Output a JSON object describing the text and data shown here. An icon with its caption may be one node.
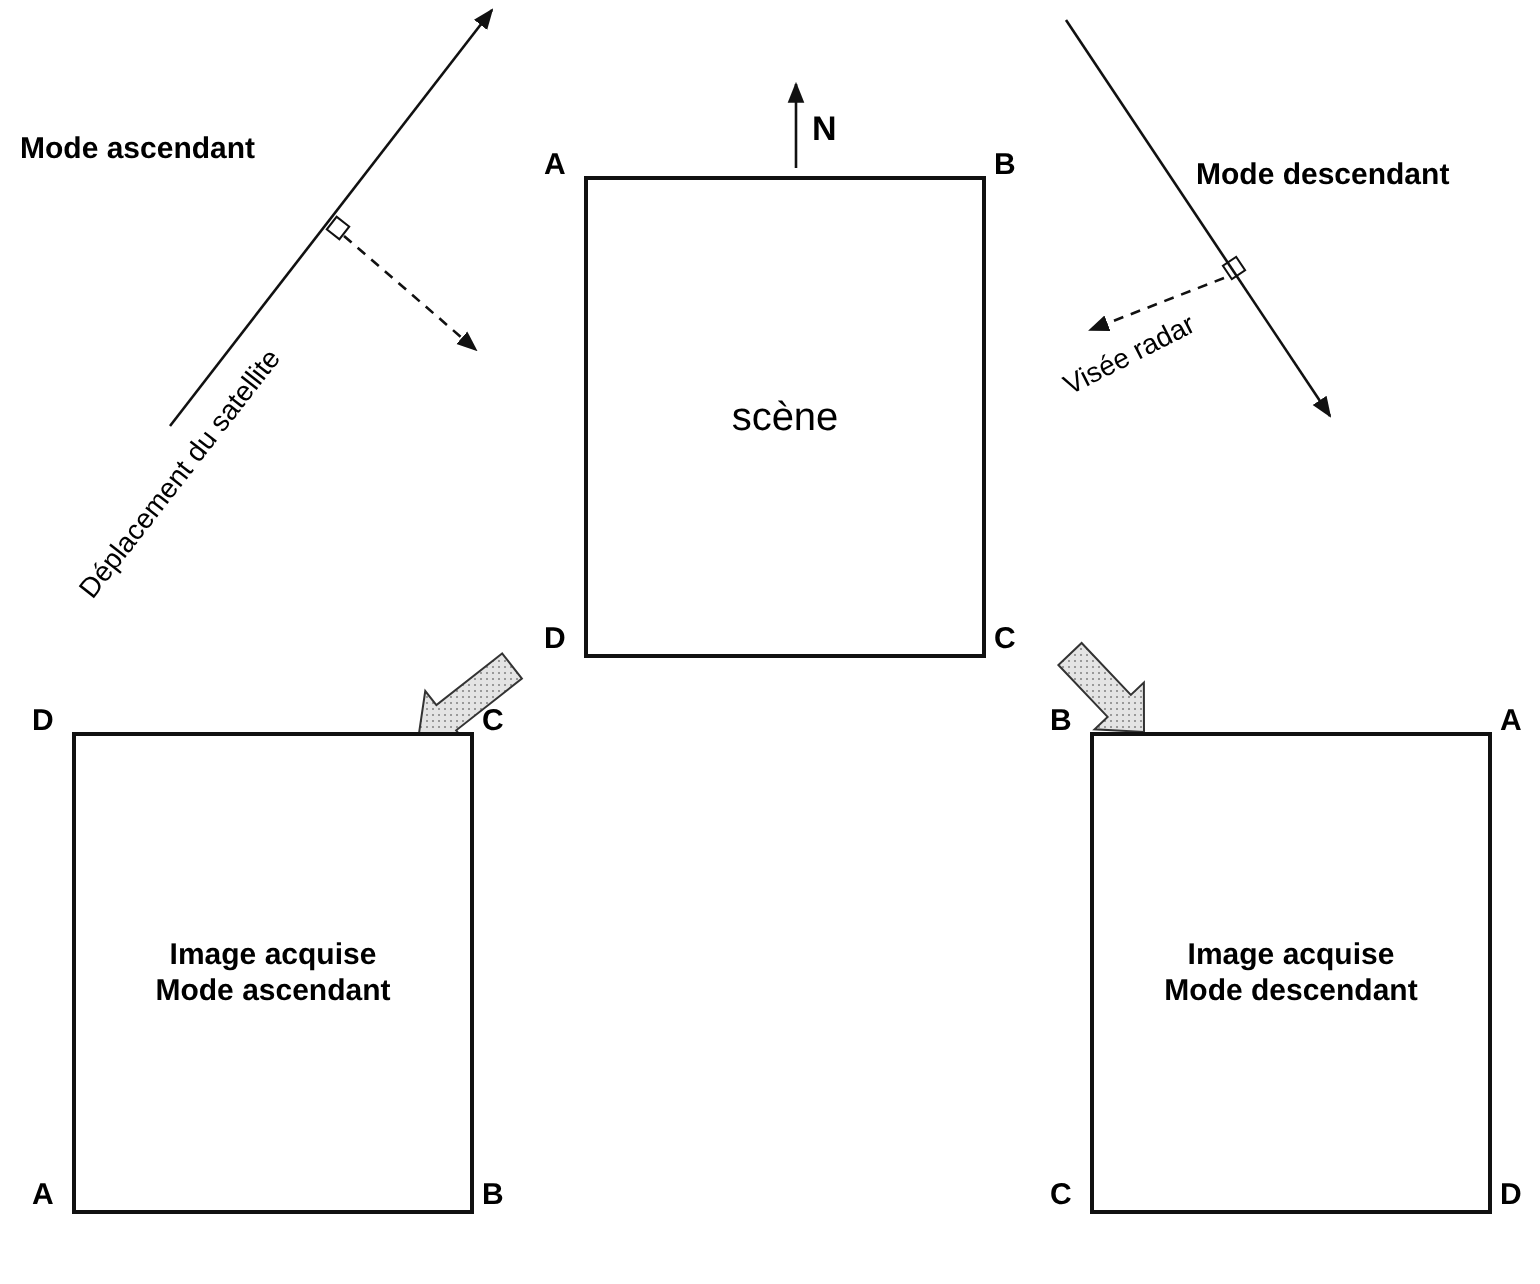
{
  "diagram": {
    "nodes": [
      {
        "text": [
          "scène"
        ],
        "beside": [
          "A",
          "B",
          "D",
          "C"
        ]
      },
      {
        "text": [
          "Image acquise Mode ascendant"
        ],
        "beside": [
          "D",
          "C",
          "A",
          "B"
        ]
      },
      {
        "text": [
          "Image acquise Mode descendant"
        ],
        "beside": [
          "B",
          "A",
          "C",
          "D"
        ]
      }
    ],
    "edges": [
      {
        "from": 0,
        "to": 1,
        "arrow": "to",
        "style": "thick"
      },
      {
        "from": 0,
        "to": 2,
        "arrow": "to",
        "style": "thick"
      }
    ],
    "labels": [
      "Mode ascendant",
      "Déplacement du satellite",
      "N",
      "Mode descendant",
      "Visée radar"
    ]
  }
}
